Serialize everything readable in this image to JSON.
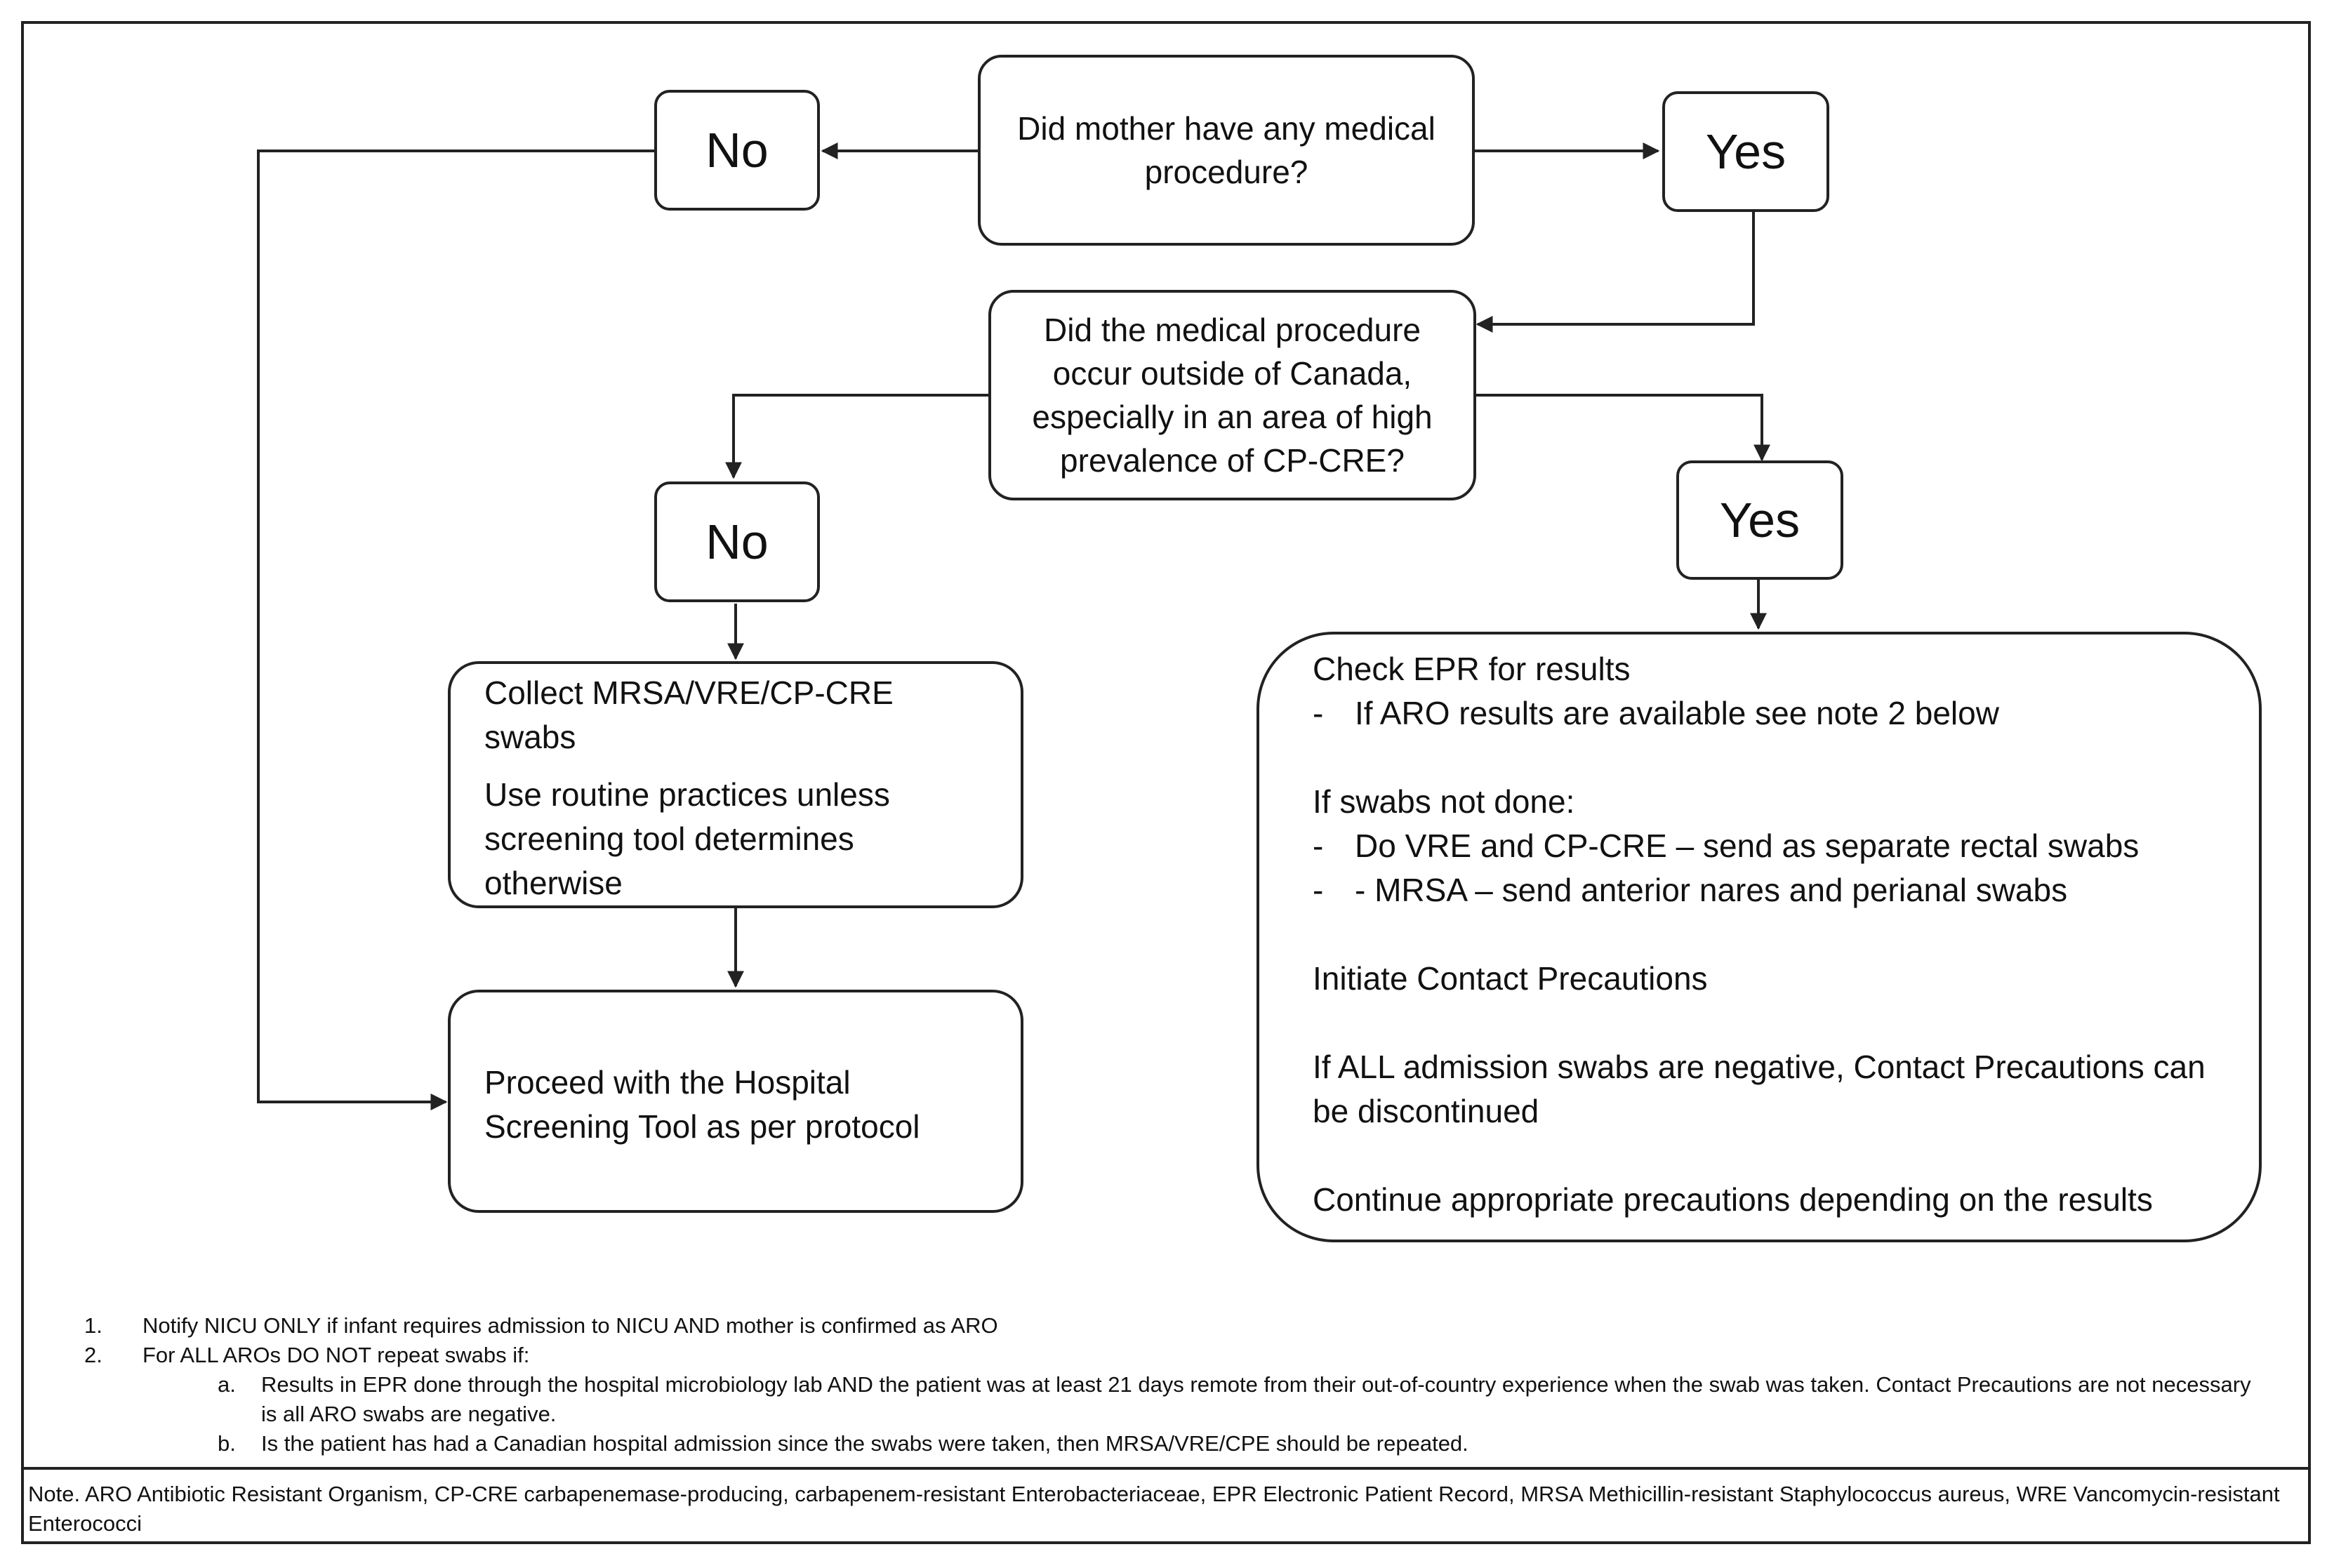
{
  "flowchart": {
    "q1": "Did mother have any medical procedure?",
    "q1_no": "No",
    "q1_yes": "Yes",
    "q2": "Did the medical procedure occur outside of Canada, especially in an area of high prevalence of CP-CRE?",
    "q2_no": "No",
    "q2_yes": "Yes",
    "collect": {
      "line1": "Collect MRSA/VRE/CP-CRE swabs",
      "line2": "Use routine practices unless screening tool determines otherwise"
    },
    "proceed": "Proceed with the Hospital Screening Tool as per protocol",
    "check": {
      "title": "Check EPR for results",
      "item1": "If ARO results are available see note 2 below",
      "swabs_heading": "If swabs not done:",
      "item2": "Do VRE and CP-CRE – send as separate rectal swabs",
      "item3": "- MRSA – send anterior nares and perianal swabs",
      "initiate": "Initiate Contact Precautions",
      "negative": "If ALL admission swabs are negative, Contact Precautions can be discontinued",
      "continue": "Continue appropriate precautions depending on the results",
      "dash": "-"
    }
  },
  "footnotes": {
    "n1_num": "1.",
    "n1": "Notify NICU ONLY if infant requires admission to NICU AND mother is confirmed as ARO",
    "n2_num": "2.",
    "n2": "For ALL AROs DO NOT repeat swabs if:",
    "a_let": "a.",
    "a": "Results in EPR done through the hospital microbiology lab AND the patient was at least 21 days remote from their out-of-country experience when the swab was taken. Contact Precautions are not necessary is all ARO swabs are negative.",
    "b_let": "b.",
    "b": "Is the patient has had a Canadian hospital admission since the swabs were taken, then MRSA/VRE/CPE should be repeated."
  },
  "note": "Note. ARO Antibiotic Resistant Organism, CP-CRE carbapenemase-producing, carbapenem-resistant Enterobacteriaceae, EPR Electronic Patient Record, MRSA Methicillin-resistant Staphylococcus aureus, WRE Vancomycin-resistant Enterococci"
}
